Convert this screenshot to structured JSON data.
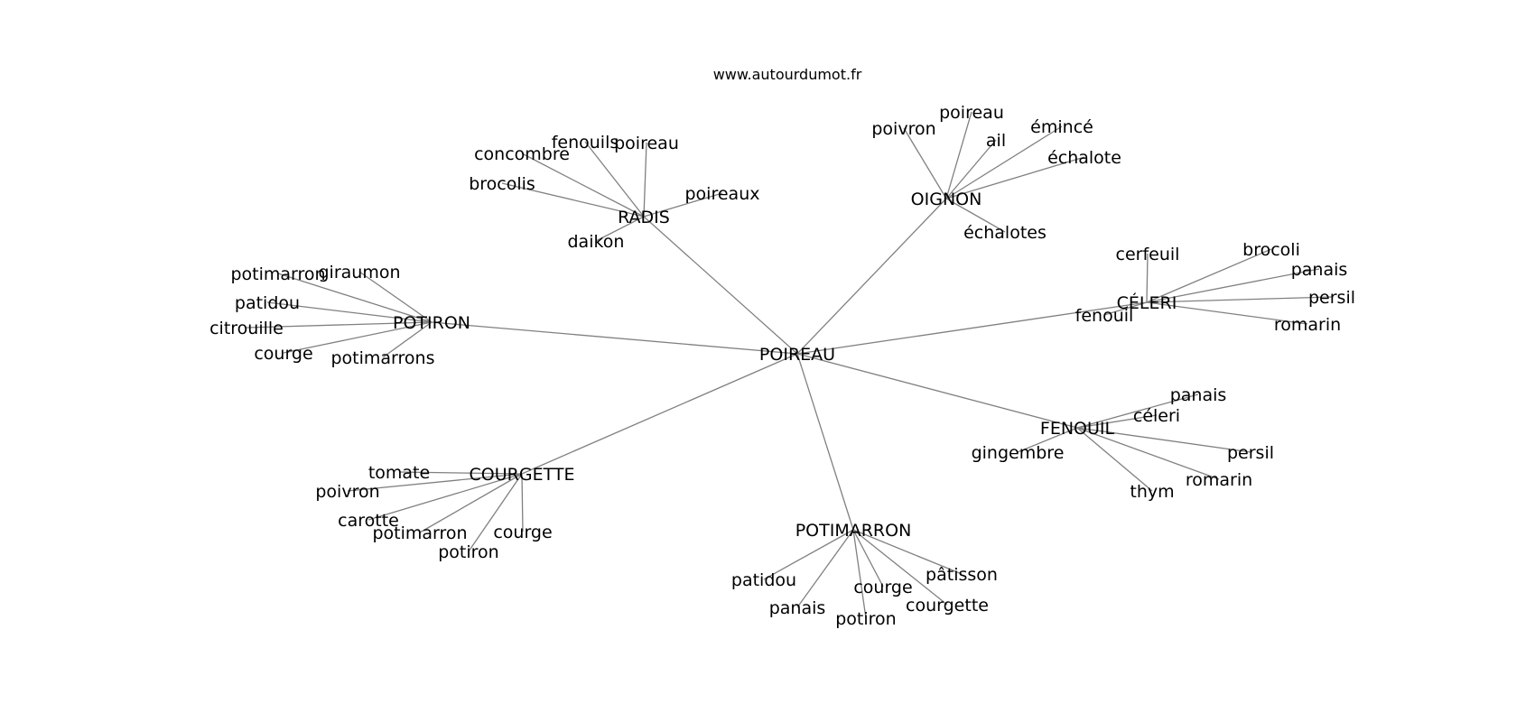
{
  "site": "www.autourdumot.fr",
  "root": "POIREAU",
  "clusters": [
    {
      "label": "RADIS",
      "words": [
        "fenouils",
        "poireau",
        "concombre",
        "brocolis",
        "poireaux",
        "daikon"
      ]
    },
    {
      "label": "OIGNON",
      "words": [
        "poireau",
        "poivron",
        "ail",
        "émincé",
        "échalote",
        "échalotes"
      ]
    },
    {
      "label": "POTIRON",
      "words": [
        "potimarron",
        "giraumon",
        "patidou",
        "citrouille",
        "courge",
        "potimarrons"
      ]
    },
    {
      "label": "CÉLERI",
      "words": [
        "cerfeuil",
        "brocoli",
        "panais",
        "persil",
        "fenouil",
        "romarin"
      ]
    },
    {
      "label": "FENOUIL",
      "words": [
        "panais",
        "céleri",
        "gingembre",
        "persil",
        "romarin",
        "thym"
      ]
    },
    {
      "label": "COURGETTE",
      "words": [
        "tomate",
        "poivron",
        "carotte",
        "potimarron",
        "courge",
        "potiron"
      ]
    },
    {
      "label": "POTIMARRON",
      "words": [
        "pâtisson",
        "patidou",
        "courge",
        "courgette",
        "panais",
        "potiron"
      ]
    }
  ]
}
